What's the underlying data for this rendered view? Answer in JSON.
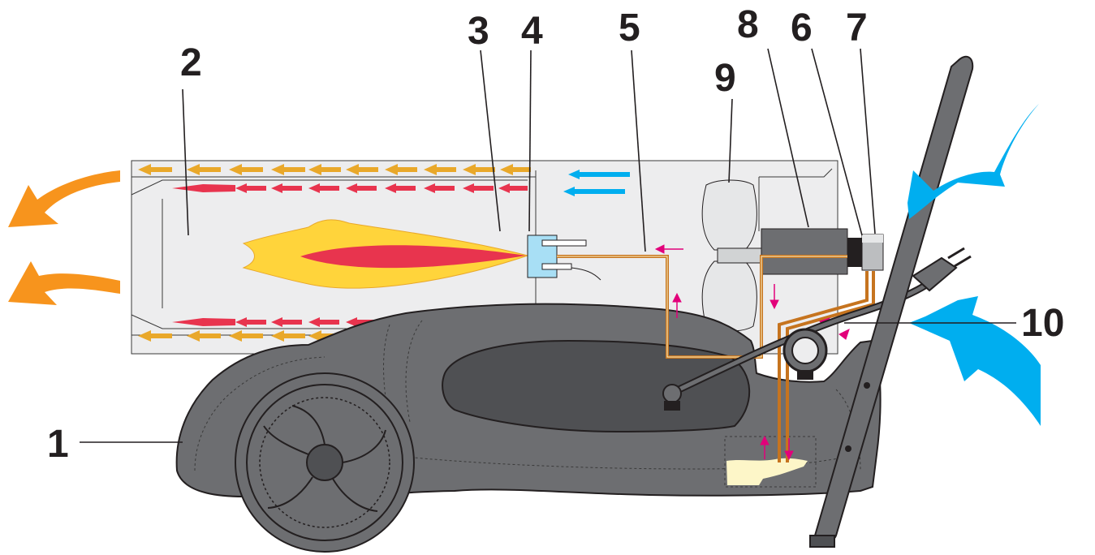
{
  "diagram": {
    "labels": {
      "l1": "1",
      "l2": "2",
      "l3": "3",
      "l4": "4",
      "l5": "5",
      "l6": "6",
      "l7": "7",
      "l8": "8",
      "l9": "9",
      "l10": "10"
    },
    "colors": {
      "body": "#6d6e71",
      "body_dark": "#4f5053",
      "outline": "#231f20",
      "chamber": "#ededee",
      "hot_air": "#f7941d",
      "cold_air": "#00aeef",
      "flow_yellow": "#e9a82a",
      "flow_red": "#e8344e",
      "fuel_line": "#c6741f",
      "fuel_tank": "#fdf6c8",
      "flame_outer": "#ffd43b",
      "flame_inner": "#e8344e",
      "burner_blue": "#a8dff5",
      "small_arrow": "#e2007a"
    }
  }
}
